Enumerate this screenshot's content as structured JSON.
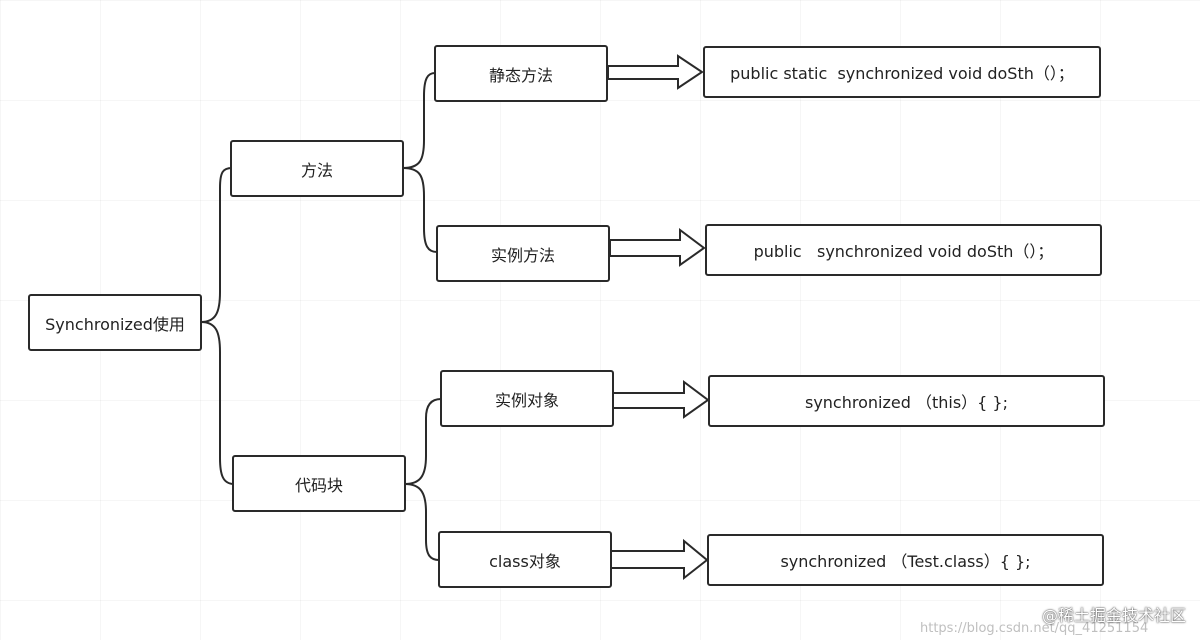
{
  "diagram": {
    "root": {
      "label": "Synchronized使用"
    },
    "branches": [
      {
        "label": "方法",
        "children": [
          {
            "label": "静态方法",
            "code": "public static  synchronized void doSth（）；"
          },
          {
            "label": "实例方法",
            "code": "public   synchronized void doSth（）；"
          }
        ]
      },
      {
        "label": "代码块",
        "children": [
          {
            "label": "实例对象",
            "code": "synchronized （this）{ };"
          },
          {
            "label": "class对象",
            "code": "synchronized （Test.class）{ };"
          }
        ]
      }
    ]
  },
  "watermark": {
    "brand": "@稀土掘金技术社区",
    "url": "https://blog.csdn.net/qq_41251154"
  }
}
